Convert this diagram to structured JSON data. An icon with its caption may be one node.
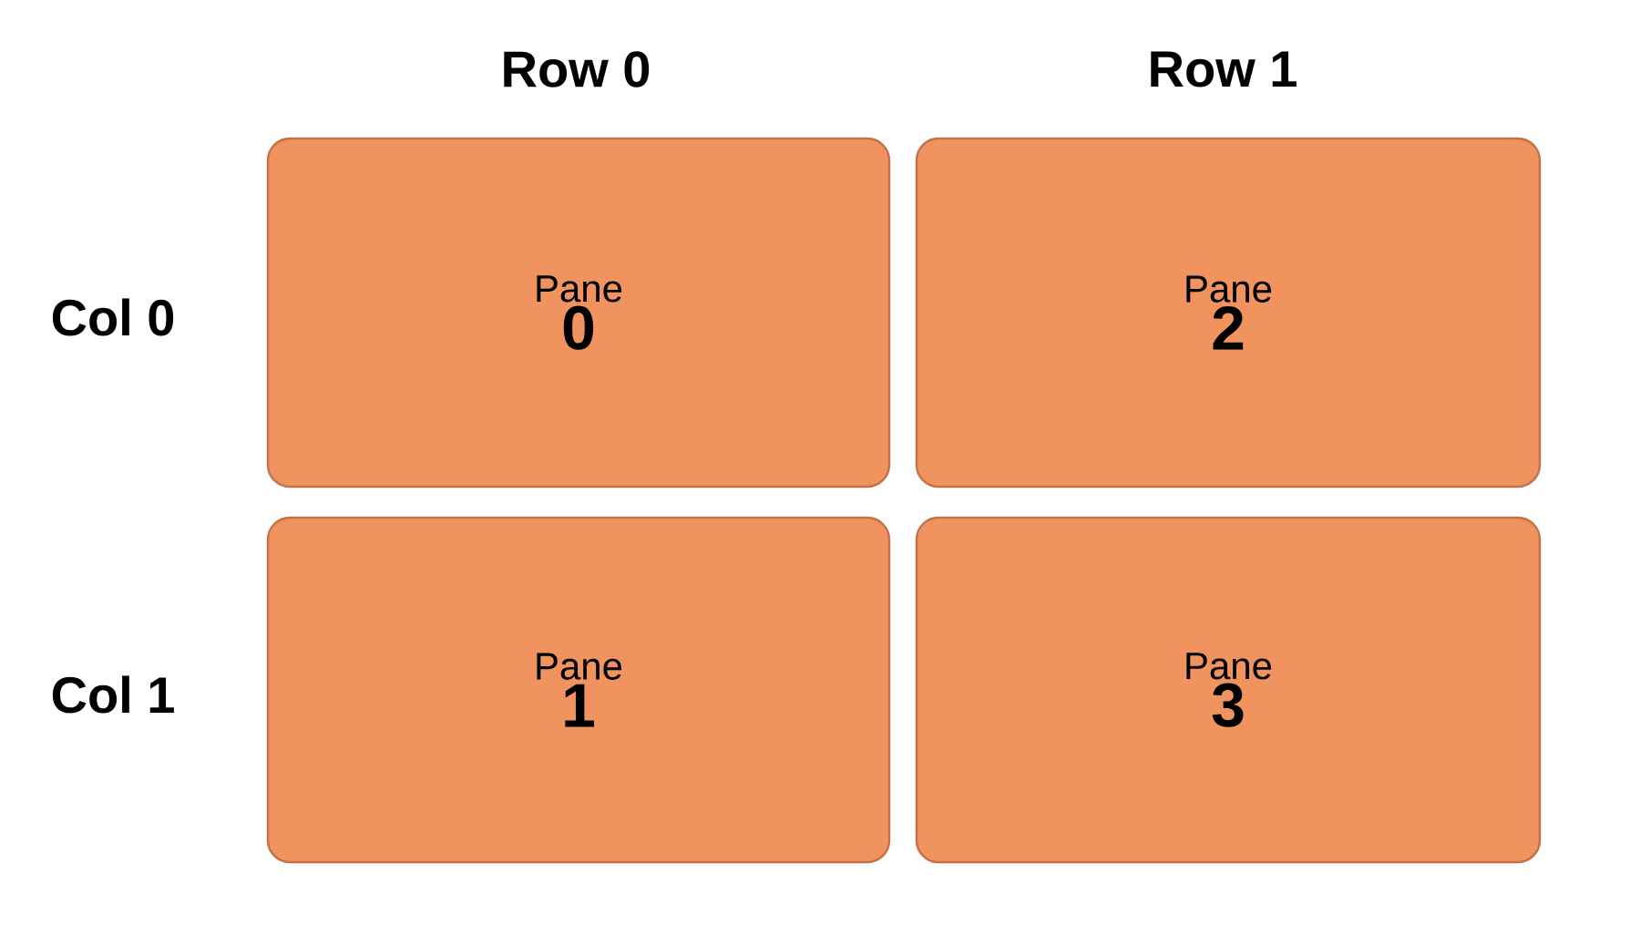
{
  "diagram": {
    "nodes": [
      {
        "text": [
          "Pane",
          "0"
        ]
      },
      {
        "text": [
          "Pane",
          "2"
        ]
      },
      {
        "text": [
          "Pane",
          "1"
        ]
      },
      {
        "text": [
          "Pane",
          "3"
        ]
      }
    ],
    "labels": [
      "Row 0",
      "Row 1",
      "Col 0",
      "Col 1"
    ]
  }
}
